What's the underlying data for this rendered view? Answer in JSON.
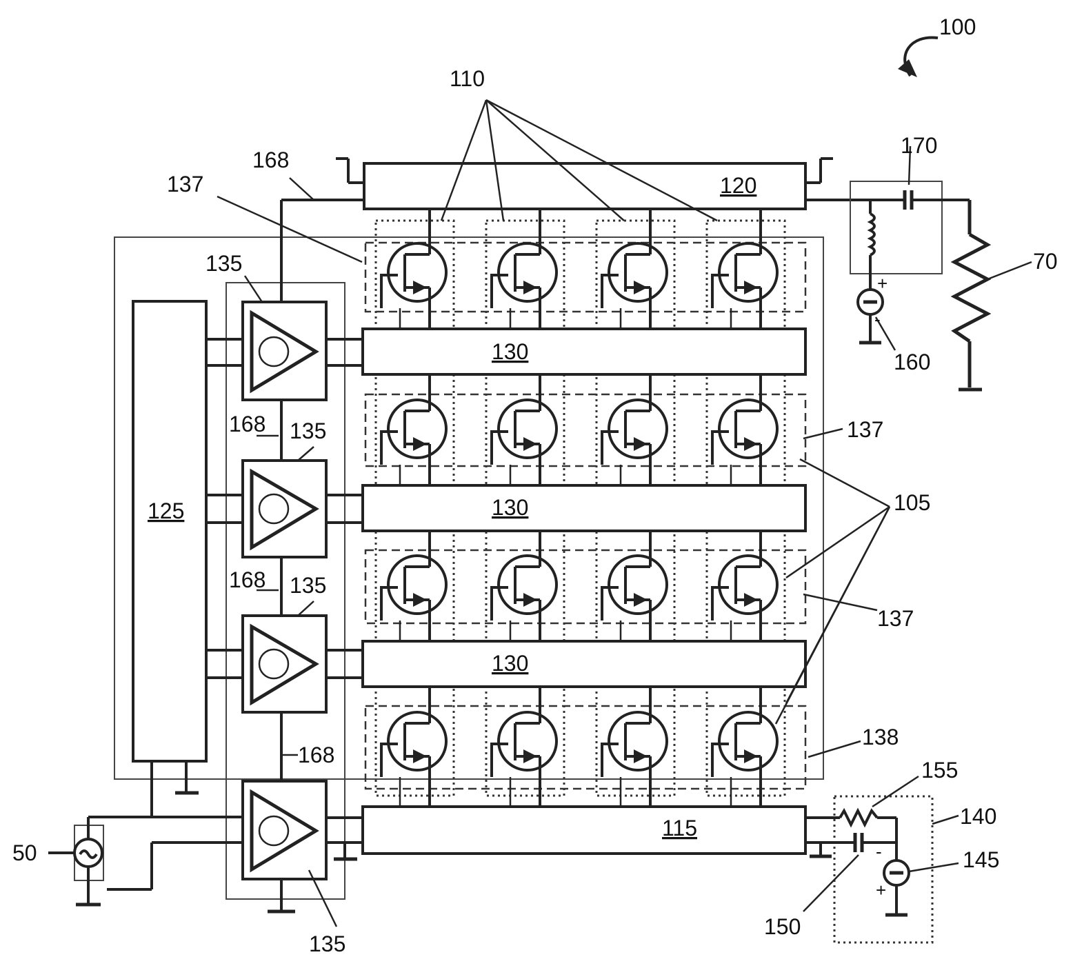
{
  "figure": {
    "labels": {
      "system": "100",
      "transistor_groups": "110",
      "top_bus": "120",
      "top_bus_left": "168",
      "region_top": "137",
      "driver_top": "135",
      "matching_top": "170",
      "load": "70",
      "dc_source_top": "160",
      "row_bus_1": "130",
      "row_bus_2": "130",
      "row_bus_3": "130",
      "distributor": "125",
      "link_2": "168",
      "driver_2": "135",
      "region_right_1": "137",
      "transistors": "105",
      "link_3": "168",
      "driver_3": "135",
      "region_right_2": "137",
      "link_4": "168",
      "region_outer": "138",
      "resistor_bottom": "155",
      "bias_network": "140",
      "bottom_bus": "115",
      "rf_source": "50",
      "dc_source_bottom": "145",
      "capacitor_bottom": "150",
      "driver_bottom": "135"
    }
  }
}
